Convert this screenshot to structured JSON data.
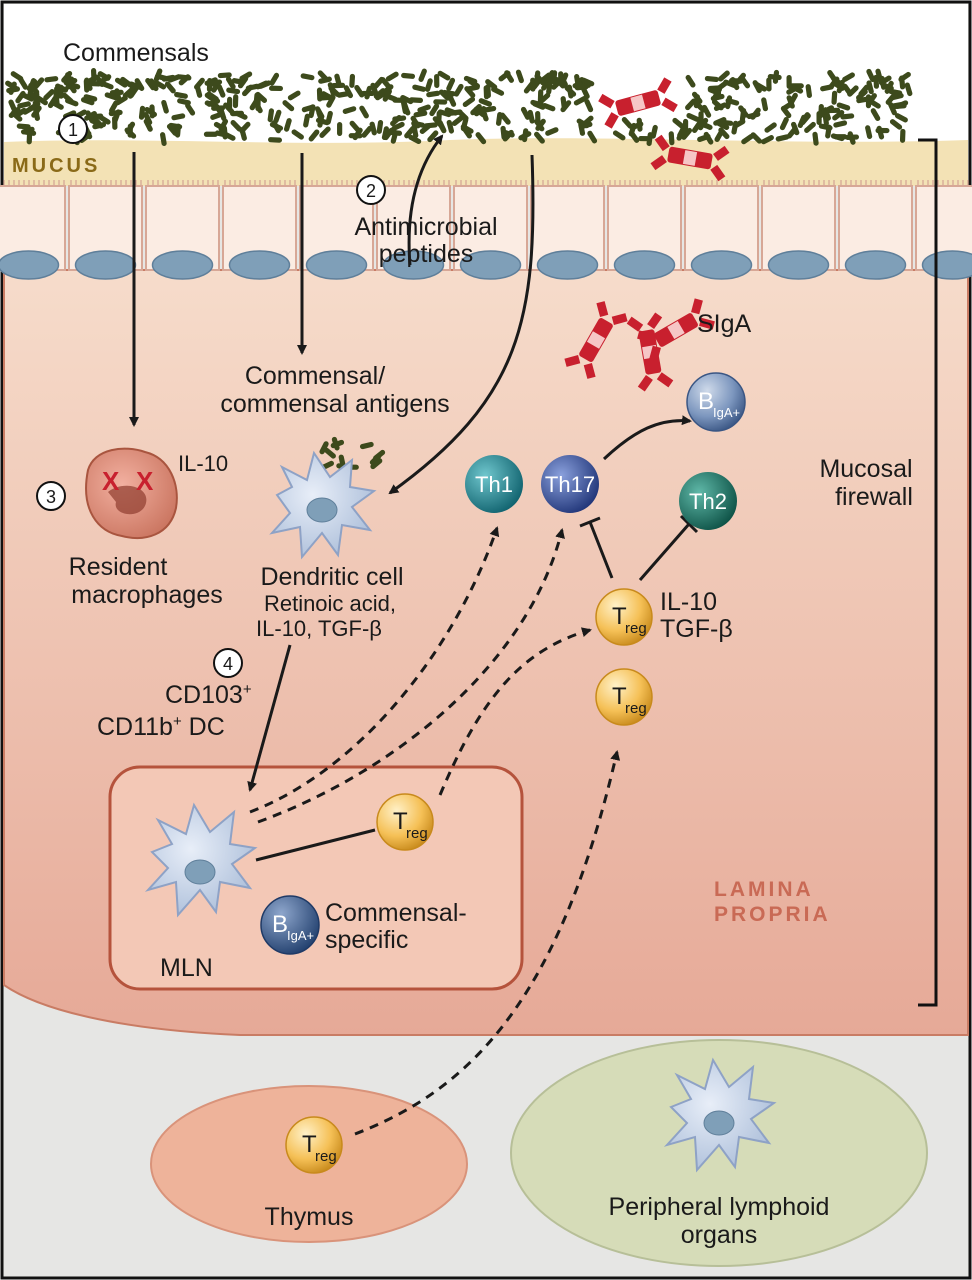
{
  "labels": {
    "commensals": "Commensals",
    "mucus": "MUCUS",
    "step1": "1",
    "step2": "2",
    "step3": "3",
    "step4": "4",
    "amp_line1": "Antimicrobial",
    "amp_line2": "peptides",
    "siga": "SIgA",
    "commensal_antigens_line1": "Commensal/",
    "commensal_antigens_line2": "commensal antigens",
    "il10_macrophage": "IL-10",
    "resident_line1": "Resident",
    "resident_line2": "macrophages",
    "dc_title": "Dendritic cell",
    "dc_line2": "Retinoic acid,",
    "dc_line3": "IL-10, TGF-β",
    "cd103": "CD103",
    "cd103_sup": "+",
    "cd11b": "CD11b",
    "cd11b_sup": "+",
    "cd11b_suffix": " DC",
    "th1": "Th1",
    "th17": "Th17",
    "th2": "Th2",
    "treg_main": "T",
    "treg_sub": "reg",
    "treg_il10": "IL-10",
    "treg_tgfb": "TGF-β",
    "b_main": "B",
    "b_sub": "IgA+",
    "mucosal_line1": "Mucosal",
    "mucosal_line2": "firewall",
    "lamina_line1": "LAMINA",
    "lamina_line2": "PROPRIA",
    "mln": "MLN",
    "commensal_specific_line1": "Commensal-",
    "commensal_specific_line2": "specific",
    "thymus": "Thymus",
    "peripheral_line1": "Peripheral lymphoid",
    "peripheral_line2": "organs"
  },
  "colors": {
    "mucus": "#f3e2b5",
    "lamina_top": "#f6d8c6",
    "lamina_bottom": "#e7aa98",
    "epithelium": "#fbece3",
    "nucleus": "#7f9fb8",
    "bacteria": "#3d4a1c",
    "siga_red": "#c8202e",
    "th_teal": "#1f8a96",
    "th17_blue": "#3a58a8",
    "th2_green": "#1e7a6a",
    "treg_gold": "#f0b43c",
    "b_blue": "#4a6fa0",
    "thymus_fill": "#eeb39a",
    "peripheral_fill": "#d6dcb8",
    "mln_border": "#b5533c",
    "mucus_text": "#8a6a18",
    "lamina_text": "#c96a55"
  }
}
